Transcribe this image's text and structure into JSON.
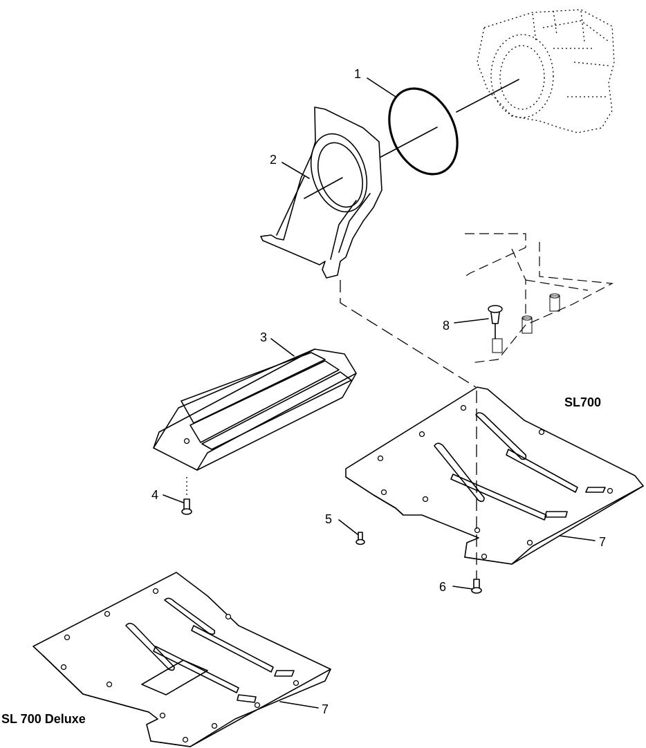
{
  "callouts": {
    "c1": "1",
    "c2": "2",
    "c3": "3",
    "c4": "4",
    "c5": "5",
    "c6": "6",
    "c7a": "7",
    "c7b": "7",
    "c8": "8"
  },
  "model_labels": {
    "sl700": "SL700",
    "sl700_deluxe": "SL 700 Deluxe"
  }
}
